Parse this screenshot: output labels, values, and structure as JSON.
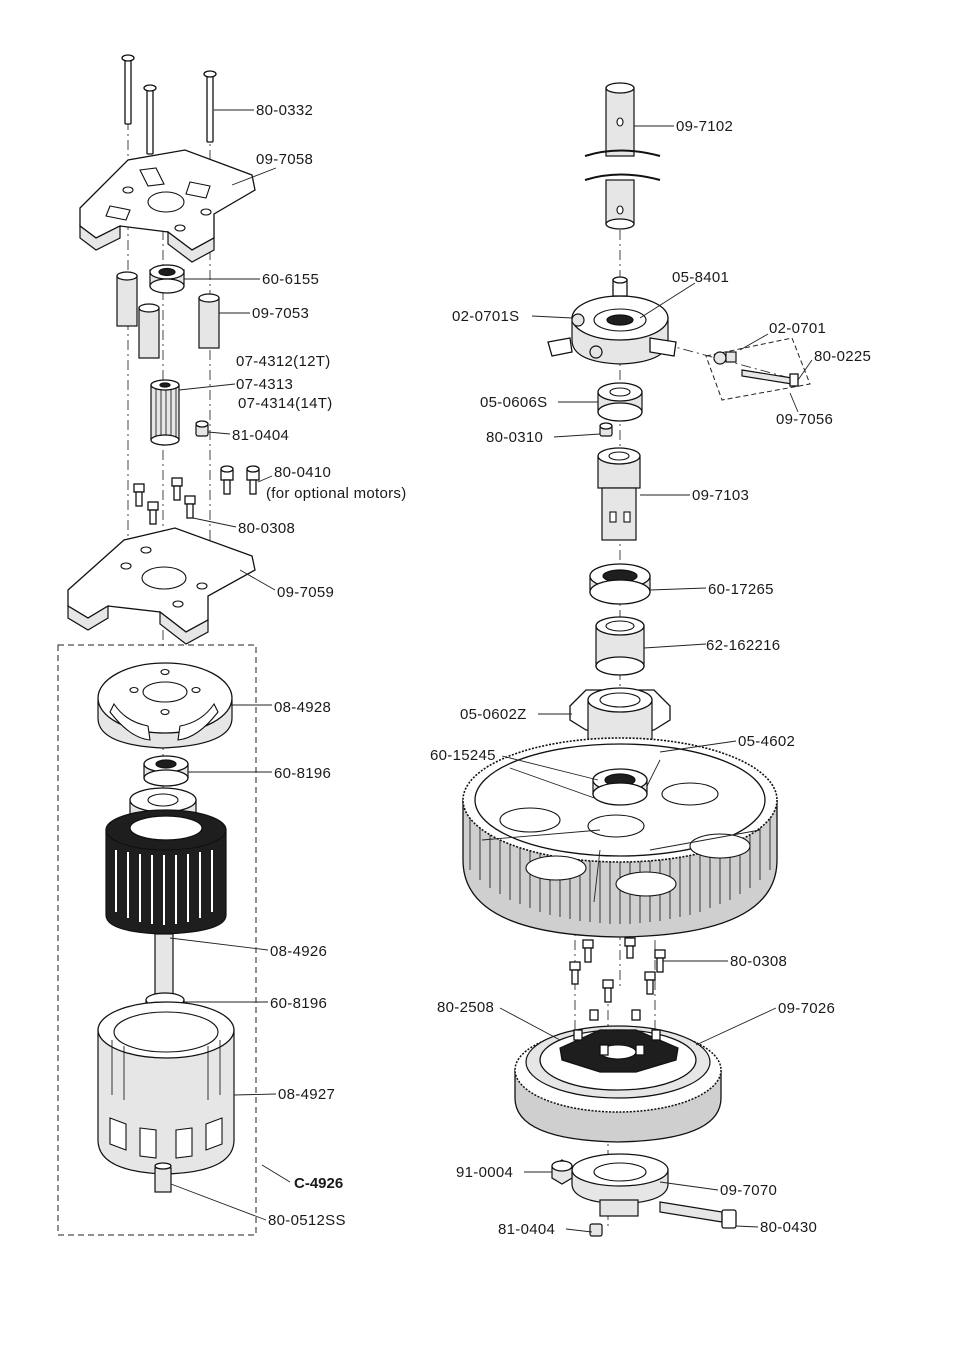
{
  "labels": {
    "l_80_0332": "80-0332",
    "l_09_7058": "09-7058",
    "l_60_6155": "60-6155",
    "l_09_7053": "09-7053",
    "l_07_4312": "07-4312(12T)",
    "l_07_4313": "07-4313",
    "l_07_4314": "07-4314(14T)",
    "l_81_0404_a": "81-0404",
    "l_80_0410": "80-0410",
    "l_80_0410_note": "(for optional motors)",
    "l_80_0308_a": "80-0308",
    "l_09_7059": "09-7059",
    "l_08_4928": "08-4928",
    "l_60_8196_a": "60-8196",
    "l_08_4926": "08-4926",
    "l_60_8196_b": "60-8196",
    "l_08_4927": "08-4927",
    "l_c_4926": "C-4926",
    "l_80_0512ss": "80-0512SS",
    "l_09_7102": "09-7102",
    "l_05_8401": "05-8401",
    "l_02_0701s": "02-0701S",
    "l_02_0701": "02-0701",
    "l_80_0225": "80-0225",
    "l_09_7056": "09-7056",
    "l_05_0606s": "05-0606S",
    "l_80_0310": "80-0310",
    "l_09_7103": "09-7103",
    "l_60_17265": "60-17265",
    "l_62_162216": "62-162216",
    "l_05_0602z": "05-0602Z",
    "l_05_4602": "05-4602",
    "l_60_15245": "60-15245",
    "l_80_0308_b": "80-0308",
    "l_80_2508": "80-2508",
    "l_09_7026": "09-7026",
    "l_91_0004": "91-0004",
    "l_09_7070": "09-7070",
    "l_81_0404_b": "81-0404",
    "l_80_0430": "80-0430"
  }
}
